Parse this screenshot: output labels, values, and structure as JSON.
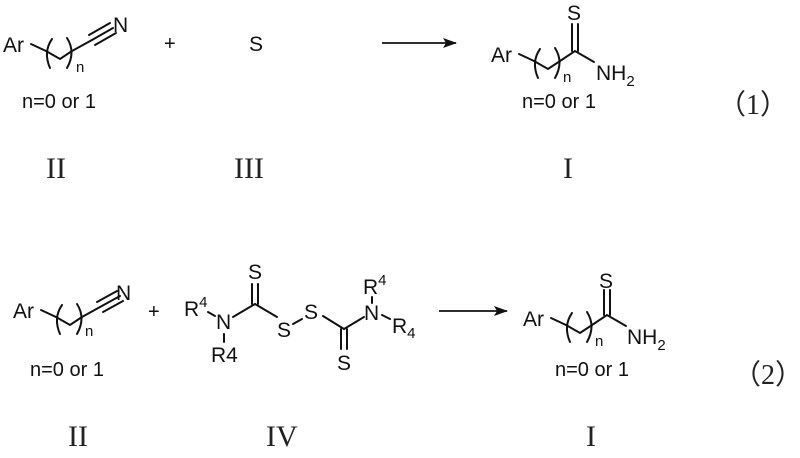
{
  "figure": {
    "type": "chemical-reaction-scheme",
    "background": "#ffffff",
    "ink_color": "#111111"
  },
  "schemes": [
    {
      "equation_number": "（1）",
      "reactants": [
        {
          "id": "II",
          "label": "II",
          "structure": "Ar-(CH2)n-C≡N",
          "atoms": {
            "ar": "Ar",
            "n_sub": "n",
            "nitrogen": "N"
          },
          "condition": "n=0 or 1"
        },
        {
          "id": "III",
          "label": "III",
          "structure": "S",
          "atoms": {
            "sulfur": "S"
          }
        }
      ],
      "plus": "+",
      "arrow": "→",
      "product": {
        "id": "I",
        "label": "I",
        "structure": "Ar-(CH2)n-C(=S)NH2",
        "atoms": {
          "ar": "Ar",
          "n_sub": "n",
          "sulfur": "S",
          "nh": "NH",
          "nh_sub": "2"
        },
        "condition": "n=0 or 1"
      }
    },
    {
      "equation_number": "（2）",
      "reactants": [
        {
          "id": "II",
          "label": "II",
          "structure": "Ar-(CH2)n-C≡N",
          "atoms": {
            "ar": "Ar",
            "n_sub": "n",
            "nitrogen": "N"
          },
          "condition": "n=0 or 1"
        },
        {
          "id": "IV",
          "label": "IV",
          "structure": "R4(R4)N-C(=S)-S-S-C(=S)-N(R4)R4",
          "atoms": {
            "r_left_top": "R",
            "r_left_top_sup": "4",
            "n_left": "N",
            "r_left_bottom": "R4",
            "s_top": "S",
            "s_link1": "S",
            "s_link2": "S",
            "s_bottom": "S",
            "n_right": "N",
            "r_right_top": "R",
            "r_right_top_sup": "4",
            "r_right": "R",
            "r_right_sub": "4"
          }
        }
      ],
      "plus": "+",
      "arrow": "→",
      "product": {
        "id": "I",
        "label": "I",
        "structure": "Ar-(CH2)n-C(=S)NH2",
        "atoms": {
          "ar": "Ar",
          "n_sub": "n",
          "sulfur": "S",
          "nh": "NH",
          "nh_sub": "2"
        },
        "condition": "n=0 or 1"
      }
    }
  ]
}
